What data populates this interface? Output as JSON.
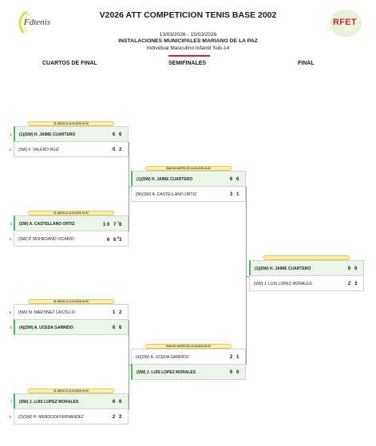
{
  "header": {
    "logo_left": "Fdtenis",
    "logo_right": "RFET",
    "title": "V2026 ATT COMPETICION TENIS BASE 2002",
    "dates": "13/03/2026 - 15/03/2026",
    "venue": "INSTALACIONES MUNICIPALES MARIANO DE LA PAZ",
    "category": "Individual Masculino Infantil Sub-14"
  },
  "rounds": {
    "quarters": "CUARTOS DE FINAL",
    "semis": "SEMIFINALES",
    "final": "FINAL"
  },
  "colors": {
    "winner_bg": "#eaf7e8",
    "winner_accent": "#4bb85c",
    "badge_bg": "#fcefb4",
    "brand_red": "#d9232e"
  },
  "matches": {
    "qf1": {
      "badge": "SL INICIO A 14.03.2026 10:00",
      "p1": {
        "seed": "1",
        "name": "(1)(SW) H. JAIME CUARTERO",
        "score": "6 6"
      },
      "p2": {
        "seed": "2",
        "name": "(SW) F. VALERO RUIZ",
        "score": "0 2"
      }
    },
    "qf2": {
      "badge": "SL INICIO A 14.03.2026 10:00",
      "p1": {
        "seed": "3",
        "name": "(SW) A. CASTELLANO ORTIZ",
        "score": "10 7",
        "tb": "7",
        "score_tail": "6"
      },
      "p2": {
        "seed": "4",
        "name": "(SW) P. MOHEDANO VICARIO",
        "score": "6 6",
        "tb": "5",
        "score_tail": "3"
      }
    },
    "qf3": {
      "badge": "SL INICIO A 14.03.2026 10:00",
      "p1": {
        "seed": "5",
        "name": "(SW) M. MARTINEZ CASTILLO",
        "score": "1 2"
      },
      "p2": {
        "seed": "6",
        "name": "(4)(SW) A. UCEDA GARRIDO",
        "score": "6 6"
      }
    },
    "qf4": {
      "badge": "SL INICIO A 14.03.2026 10:00",
      "p1": {
        "seed": "7",
        "name": "(SW) J. LUIS LOPEZ MORALES",
        "score": "6 6"
      },
      "p2": {
        "seed": "8",
        "name": "(2)(SW) H. MENDOZA FERNANDEZ",
        "score": "2 2"
      }
    },
    "sf1": {
      "badge": "BAD NO ANTES DE 14.03.2026 16:30",
      "p1": {
        "name": "(1)(SW) H. JAIME CUARTERO",
        "score": "6 6"
      },
      "p2": {
        "name": "(W)(SW) A. CASTELLANO ORTIZ",
        "score": "3 1"
      }
    },
    "sf2": {
      "badge": "BAD NO ANTES DE 14.03.2026 16:30",
      "p1": {
        "name": "(4)(SW) A. UCEDA GARRIDO",
        "score": "2 1"
      },
      "p2": {
        "name": "(SW) J. LUIS LOPEZ MORALES",
        "score": "6 6"
      }
    },
    "final": {
      "badge": "",
      "p1": {
        "name": "(1)(SW) H. JAIME CUARTERO",
        "score": "6 6"
      },
      "p2": {
        "name": "(SW) J. LUIS LOPEZ MORALES",
        "score": "2 3"
      }
    }
  }
}
